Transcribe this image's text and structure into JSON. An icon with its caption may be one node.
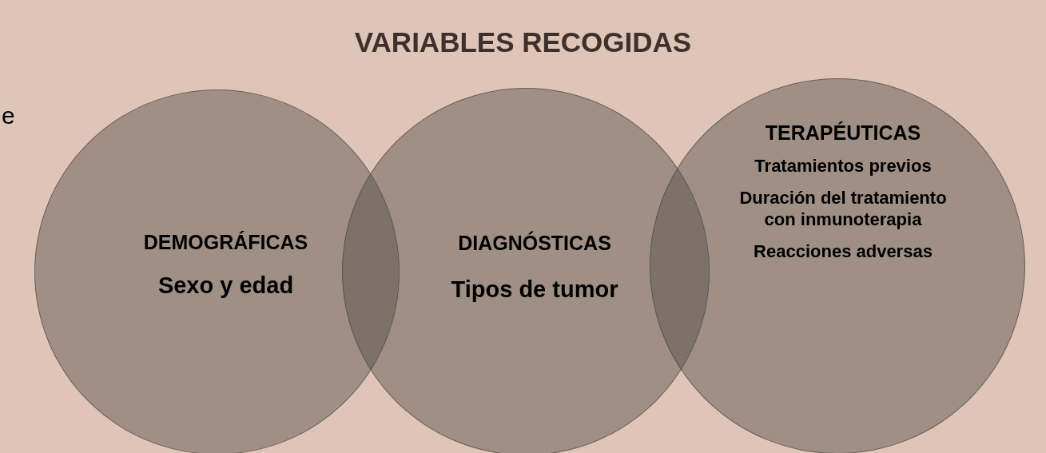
{
  "diagram": {
    "title": "VARIABLES RECOGIDAS",
    "nodes": [
      {
        "text": [
          "DEMOGRÁFICAS",
          "Sexo y edad"
        ]
      },
      {
        "text": [
          "DIAGNÓSTICAS",
          "Tipos de tumor"
        ]
      },
      {
        "text": [
          "TERAPÉUTICAS",
          "Tratamientos previos",
          "Duración del tratamiento con inmunoterapia",
          "Reacciones adversas"
        ]
      }
    ],
    "labels": [
      "e"
    ]
  }
}
